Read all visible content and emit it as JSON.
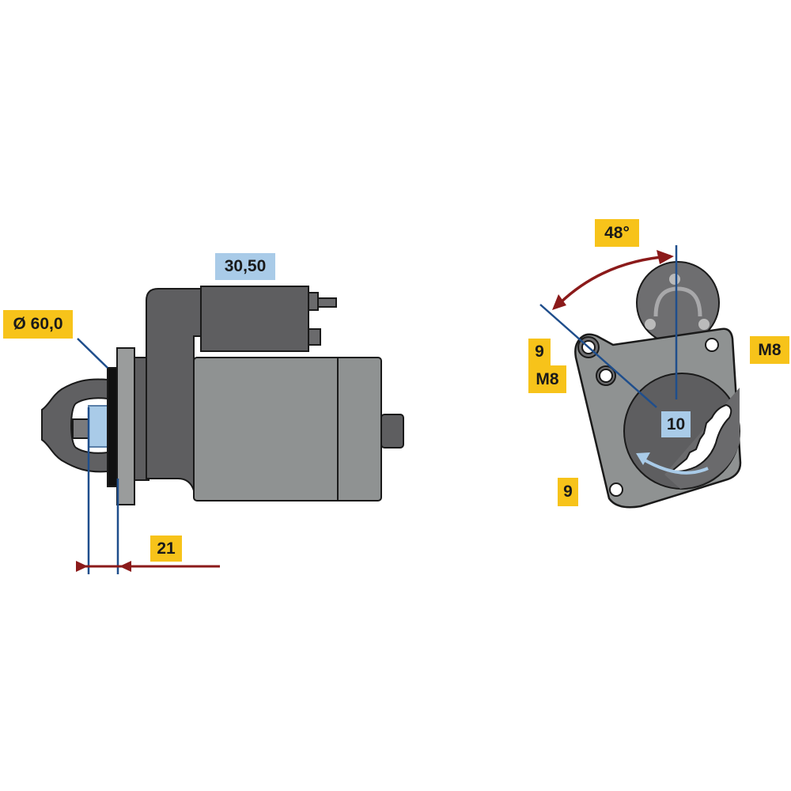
{
  "side_view": {
    "diameter_label": "Ø 60,0",
    "terminal_label": "30,50",
    "offset_label": "21"
  },
  "front_view": {
    "angle_label": "48°",
    "hole_size_label_left": "9",
    "thread_label_left": "M8",
    "thread_label_right": "M8",
    "hole_size_label_bottom": "9",
    "teeth_label": "10"
  },
  "colors": {
    "yellow_label": "#f7c31a",
    "blue_label": "#a9cbe8",
    "dimension_line": "#1f4e8c",
    "arrow": "#8b1a1a",
    "body_dark": "#5e5e60",
    "body_light": "#8f9292"
  }
}
